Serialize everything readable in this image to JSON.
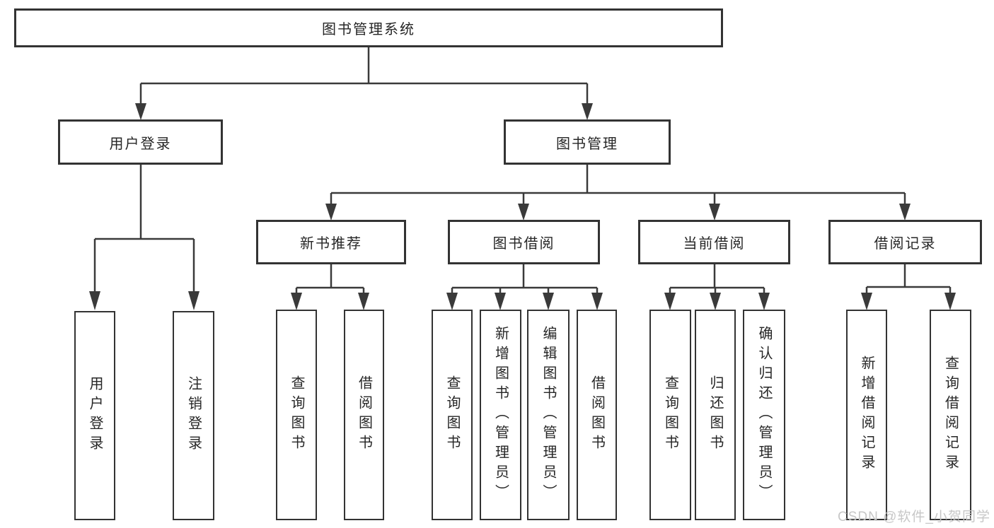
{
  "diagram": {
    "root": "图书管理系统",
    "level2": {
      "user_login": "用户登录",
      "book_mgmt": "图书管理"
    },
    "level3": {
      "new_book": "新书推荐",
      "book_borrow": "图书借阅",
      "current_borrow": "当前借阅",
      "borrow_record": "借阅记录"
    },
    "leaves": {
      "user_login": [
        "用户登录",
        "注销登录"
      ],
      "new_book": [
        "查询图书",
        "借阅图书"
      ],
      "book_borrow": [
        "查询图书",
        "新增图书（管理员）",
        "编辑图书（管理员）",
        "借阅图书"
      ],
      "current_borrow": [
        "查询图书",
        "归还图书",
        "确认归还（管理员）"
      ],
      "borrow_record": [
        "新增借阅记录",
        "查询借阅记录"
      ]
    }
  },
  "watermark": {
    "text": "CSDN @软件_小贺同学"
  },
  "colors": {
    "line": "#3a3a3a",
    "box_border": "#333333",
    "box_fill": "#ffffff",
    "text": "#262626",
    "watermark": "#c7c7c7",
    "background": "#ffffff"
  }
}
